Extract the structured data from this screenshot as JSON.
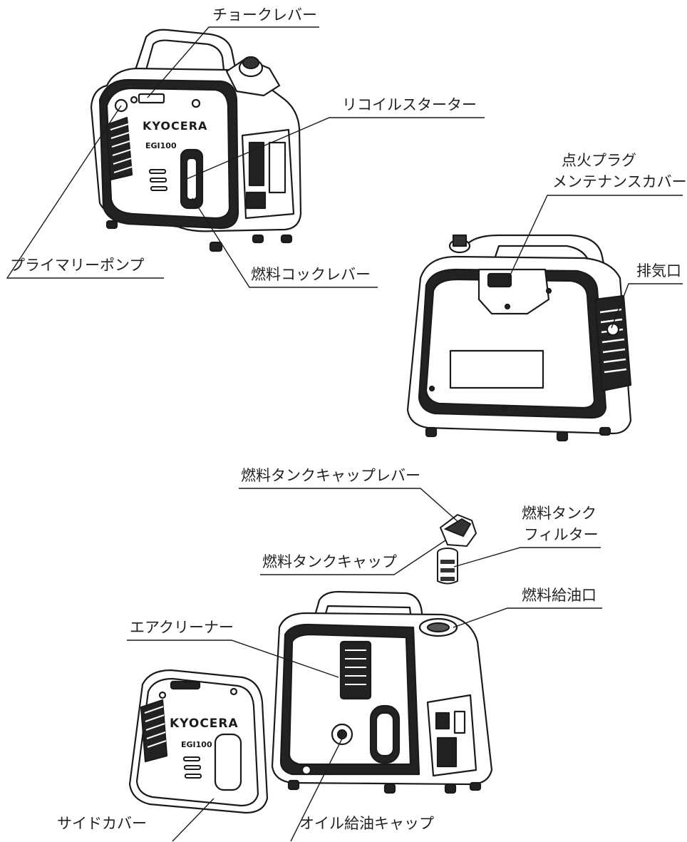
{
  "labels": {
    "choke_lever": "チョークレバー",
    "recoil_starter": "リコイルスターター",
    "primary_pump": "プライマリーポンプ",
    "fuel_cock_lever": "燃料コックレバー",
    "spark_plug_cover_line1": "点火プラグ",
    "spark_plug_cover_line2": "メンテナンスカバー",
    "exhaust_port": "排気口",
    "fuel_tank_cap_lever": "燃料タンクキャップレバー",
    "fuel_tank_filter_line1": "燃料タンク",
    "fuel_tank_filter_line2": "フィルター",
    "fuel_tank_cap": "燃料タンクキャップ",
    "fuel_inlet": "燃料給油口",
    "air_cleaner": "エアクリーナー",
    "side_cover": "サイドカバー",
    "oil_filler_cap": "オイル給油キャップ"
  },
  "brand": {
    "logo_text": "KYOCERA",
    "model": "EGI100"
  }
}
